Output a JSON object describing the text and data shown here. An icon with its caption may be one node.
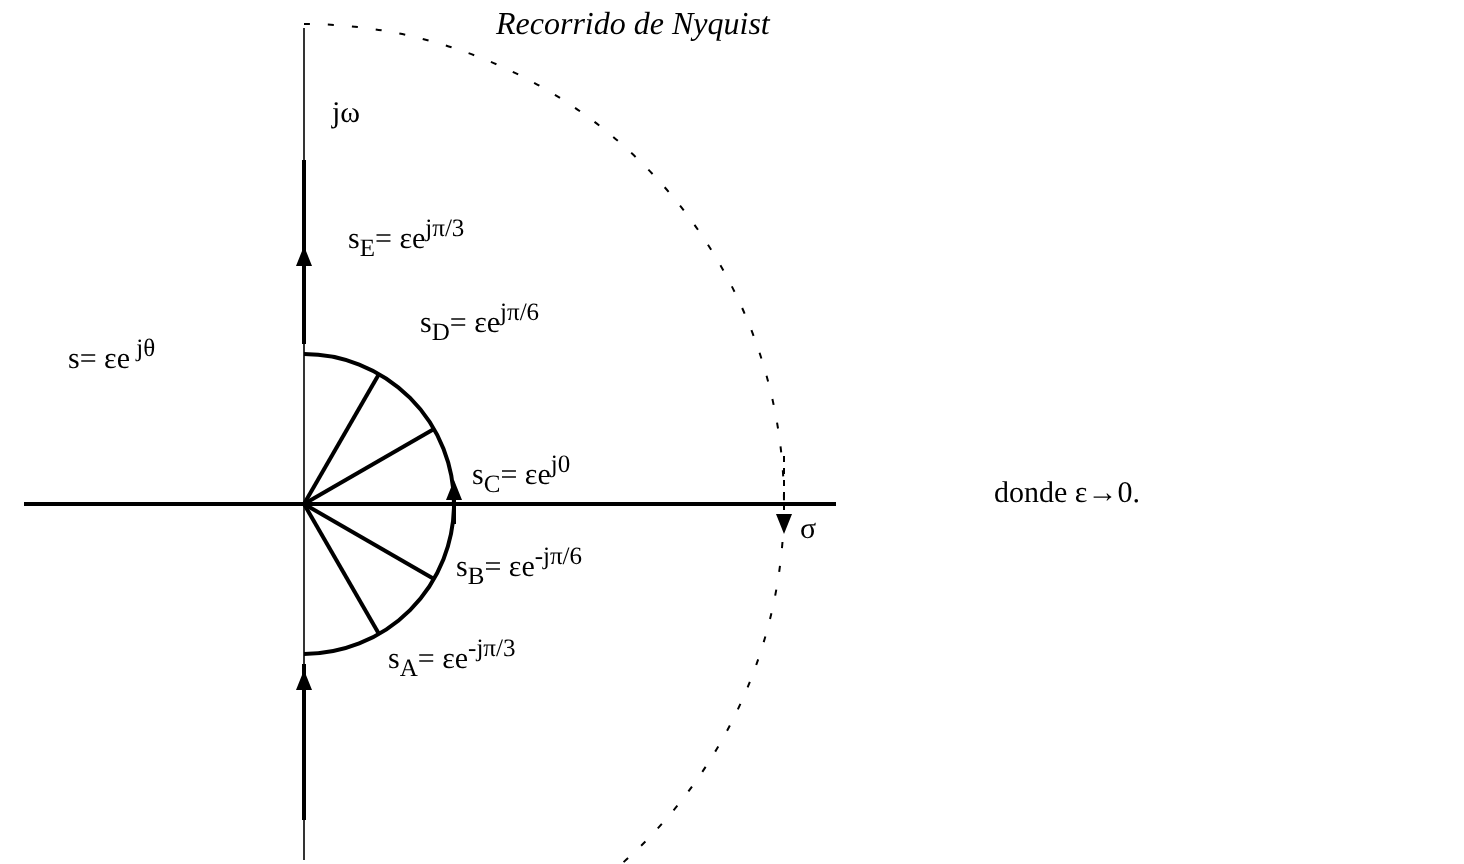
{
  "diagram": {
    "title": "Recorrido de Nyquist",
    "labels": [
      "jω",
      "s$_{E}$= εe$^{jπ/3}$",
      "s$_{D}$= εe$^{jπ/6}$",
      "s= εe$^{ jθ}$",
      "s$_{C}$= εe$^{j0}$",
      "σ",
      "donde ε→0.",
      "s$_{B}$= εe$^{-jπ/6}$",
      "s$_{A}$= εe$^{-jπ/3}$"
    ]
  }
}
